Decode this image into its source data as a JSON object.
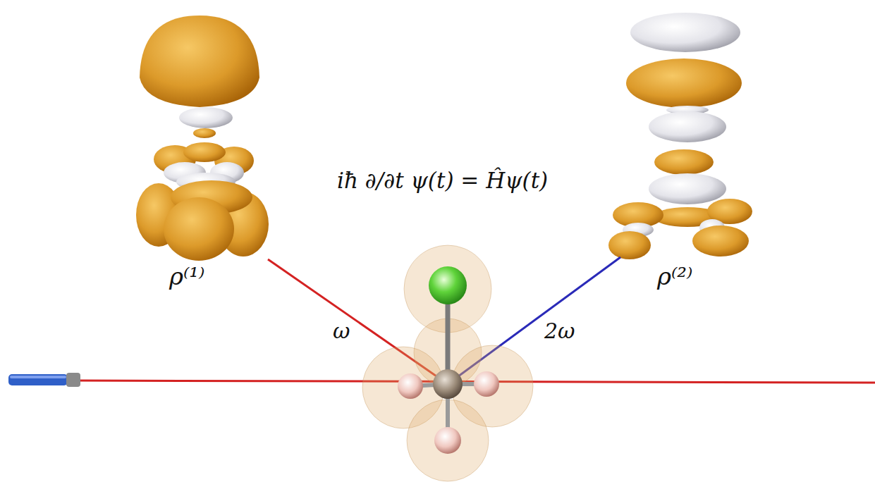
{
  "diagram": {
    "labels": [
      "ρ⁽¹⁾",
      "ρ⁽²⁾",
      "ω",
      "2ω",
      "iħ ∂/∂t ψ(t) = Ĥψ(t)"
    ]
  }
}
